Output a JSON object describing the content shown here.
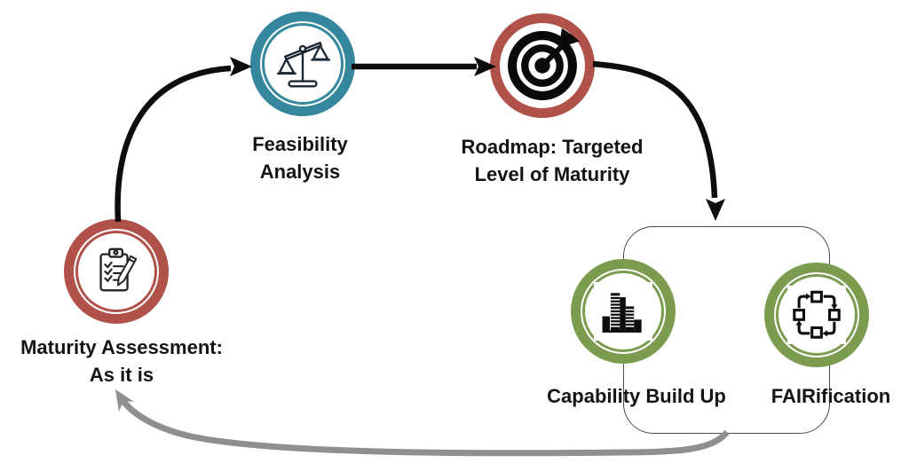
{
  "diagram": {
    "background_color": "#ffffff",
    "colors": {
      "arrow": "#0d0d0d",
      "return_arrow": "#8f8f8f",
      "bracket": "#4a4a4a",
      "text": "#141414"
    },
    "nodes": [
      {
        "id": "maturity-assessment",
        "label": "Maturity Assessment:\nAs it is",
        "ring_color": "#b0524a",
        "icon": "clipboard-checklist-pencil-icon"
      },
      {
        "id": "feasibility-analysis",
        "label": "Feasibility\nAnalysis",
        "ring_color": "#35879e",
        "icon": "balance-scale-icon"
      },
      {
        "id": "roadmap-target",
        "label": "Roadmap: Targeted\nLevel of Maturity",
        "ring_color": "#b0524a",
        "icon": "target-dart-icon"
      },
      {
        "id": "capability-build-up",
        "label": "Capability Build Up",
        "ring_color": "#7b9c4f",
        "icon": "buildings-icon"
      },
      {
        "id": "fairification",
        "label": "FAIRification",
        "ring_color": "#7b9c4f",
        "icon": "process-cycle-icon"
      }
    ],
    "connectors": [
      {
        "from": "maturity-assessment",
        "to": "feasibility-analysis",
        "style": "black-curved-arrow"
      },
      {
        "from": "feasibility-analysis",
        "to": "roadmap-target",
        "style": "black-straight-arrow"
      },
      {
        "from": "roadmap-target",
        "to": "capability-group",
        "style": "black-curved-arrow"
      },
      {
        "from": "capability-group",
        "to": "maturity-assessment",
        "style": "gray-return-curved-arrow"
      }
    ],
    "group": {
      "members": [
        "capability-build-up",
        "fairification"
      ],
      "shape": "rounded-rectangle-outline"
    }
  }
}
